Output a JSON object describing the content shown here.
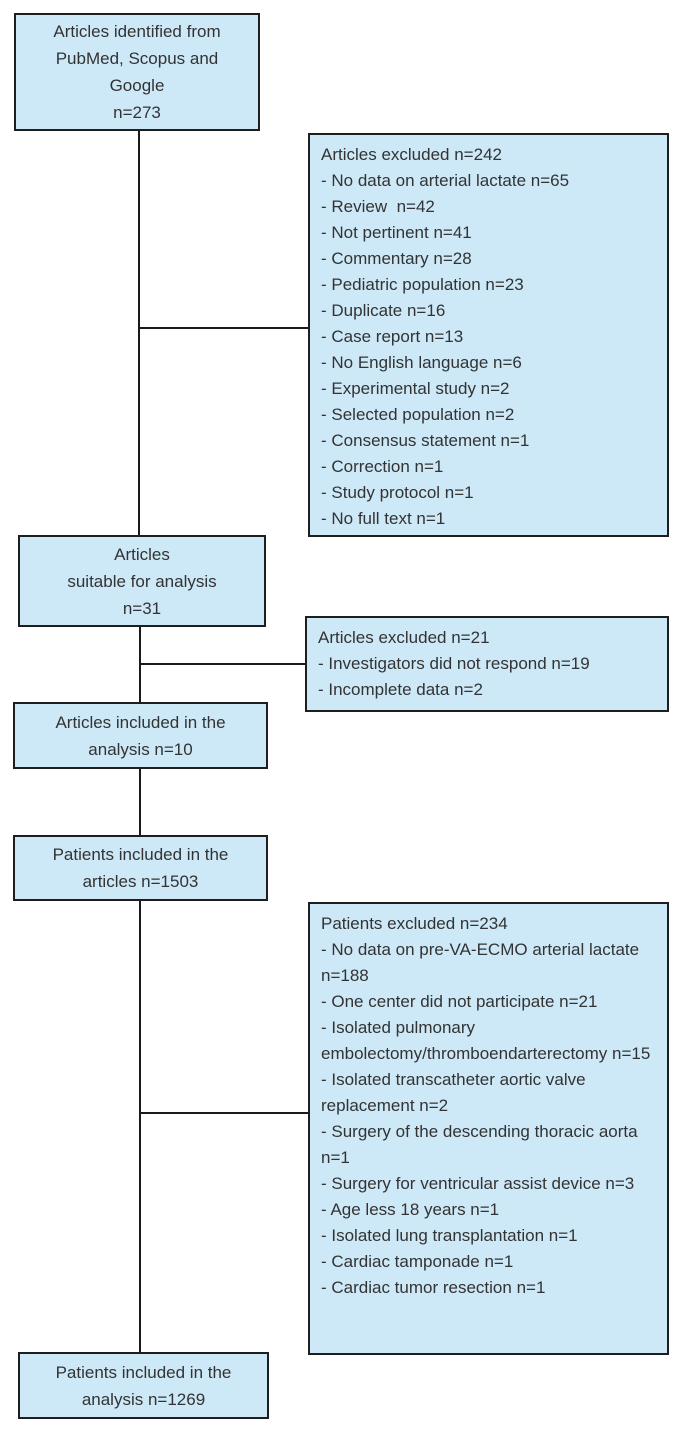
{
  "colors": {
    "box_fill": "#cde8f7",
    "box_border": "#1e1e1e",
    "text_color": "#333333",
    "line_color": "#1a1a1a",
    "background": "#ffffff"
  },
  "diagram": {
    "type": "flowchart",
    "boxes": {
      "identified": {
        "text": "Articles identified from\nPubMed, Scopus and\nGoogle\nn=273"
      },
      "suitable": {
        "text": "Articles\nsuitable for analysis\nn=31"
      },
      "articles_included": {
        "text": "Articles included in the\nanalysis n=10"
      },
      "patients_in_articles": {
        "text": "Patients included in the\narticles n=1503"
      },
      "patients_in_analysis": {
        "text": "Patients included in the\nanalysis n=1269"
      },
      "articles_excluded_1": {
        "title": "Articles excluded n=242",
        "items": [
          "- No data on arterial lactate n=65",
          "- Review  n=42",
          "- Not pertinent n=41",
          "- Commentary n=28",
          "- Pediatric population n=23",
          "- Duplicate n=16",
          "- Case report n=13",
          "- No English language n=6",
          "- Experimental study n=2",
          "- Selected population n=2",
          "- Consensus statement n=1",
          "- Correction n=1",
          "- Study protocol n=1",
          "- No full text n=1"
        ]
      },
      "articles_excluded_2": {
        "title": "Articles excluded n=21",
        "items": [
          "- Investigators did not respond n=19",
          "- Incomplete data n=2"
        ]
      },
      "patients_excluded": {
        "title": "Patients excluded n=234",
        "items": [
          "- No data on pre-VA-ECMO arterial lactate n=188",
          "- One center did not participate n=21",
          "- Isolated pulmonary embolectomy/thromboendarterectomy n=15",
          "- Isolated transcatheter aortic valve replacement n=2",
          "- Surgery of the descending thoracic aorta n=1",
          "- Surgery for ventricular assist device n=3",
          "- Age less 18 years n=1",
          "- Isolated lung transplantation n=1",
          "- Cardiac tamponade n=1",
          "- Cardiac tumor resection n=1"
        ]
      }
    }
  }
}
